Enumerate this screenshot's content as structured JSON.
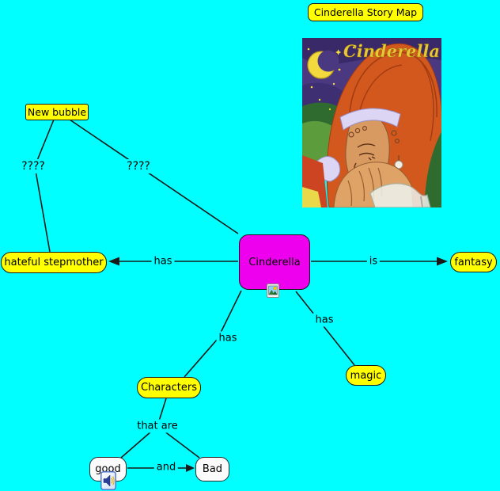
{
  "app": {
    "background": "#00FFFF",
    "title": "Cinderella Story Map"
  },
  "illustration": {
    "caption": "Cinderella"
  },
  "nodes": {
    "new_bubble": {
      "label": "New bubble",
      "color": "#FFFF00"
    },
    "hateful_stepmother": {
      "label": "hateful stepmother",
      "color": "#FFFF00"
    },
    "cinderella": {
      "label": "Cinderella",
      "color": "#EE00EE"
    },
    "fantasy": {
      "label": "fantasy",
      "color": "#FFFF00"
    },
    "magic": {
      "label": "magic",
      "color": "#FFFF00"
    },
    "characters": {
      "label": "Characters",
      "color": "#FFFF00"
    },
    "good": {
      "label": "good",
      "color": "#FBFBFB"
    },
    "bad": {
      "label": "Bad",
      "color": "#FBFBFB"
    }
  },
  "link_labels": {
    "unknown_left": "????",
    "unknown_right": "????",
    "has_stepmother": "has",
    "is_fantasy": "is",
    "has_characters": "has",
    "has_magic": "has",
    "that_are": "that are",
    "and_link": "and"
  },
  "icons": {
    "image_icon": "picture-attachment",
    "speaker_icon": "audio-attachment"
  },
  "colors": {
    "line": "#1a1a1a",
    "bubble_yellow": "#FFFF00",
    "bubble_magenta": "#EE00EE",
    "bubble_white": "#FBFBFB"
  }
}
